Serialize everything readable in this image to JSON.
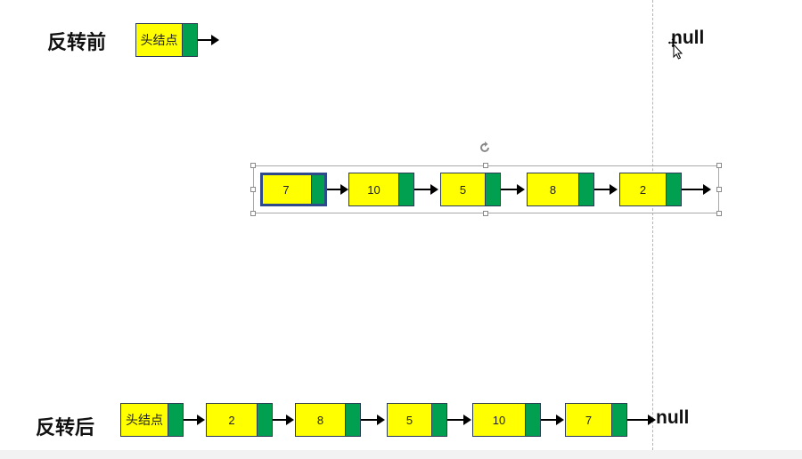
{
  "labels": {
    "before": "反转前",
    "after": "反转后",
    "null_top": "null",
    "null_bottom": "null"
  },
  "head_node_label": "头结点",
  "list_before": [
    "7",
    "10",
    "5",
    "8",
    "2"
  ],
  "list_after": [
    "2",
    "8",
    "5",
    "10",
    "7"
  ],
  "colors": {
    "node_value": "#ffff00",
    "node_pointer": "#00a050",
    "border": "#2b3a55",
    "selection": "#2f4a8a"
  },
  "icons": [
    "rotate-icon",
    "move-cursor-icon"
  ]
}
